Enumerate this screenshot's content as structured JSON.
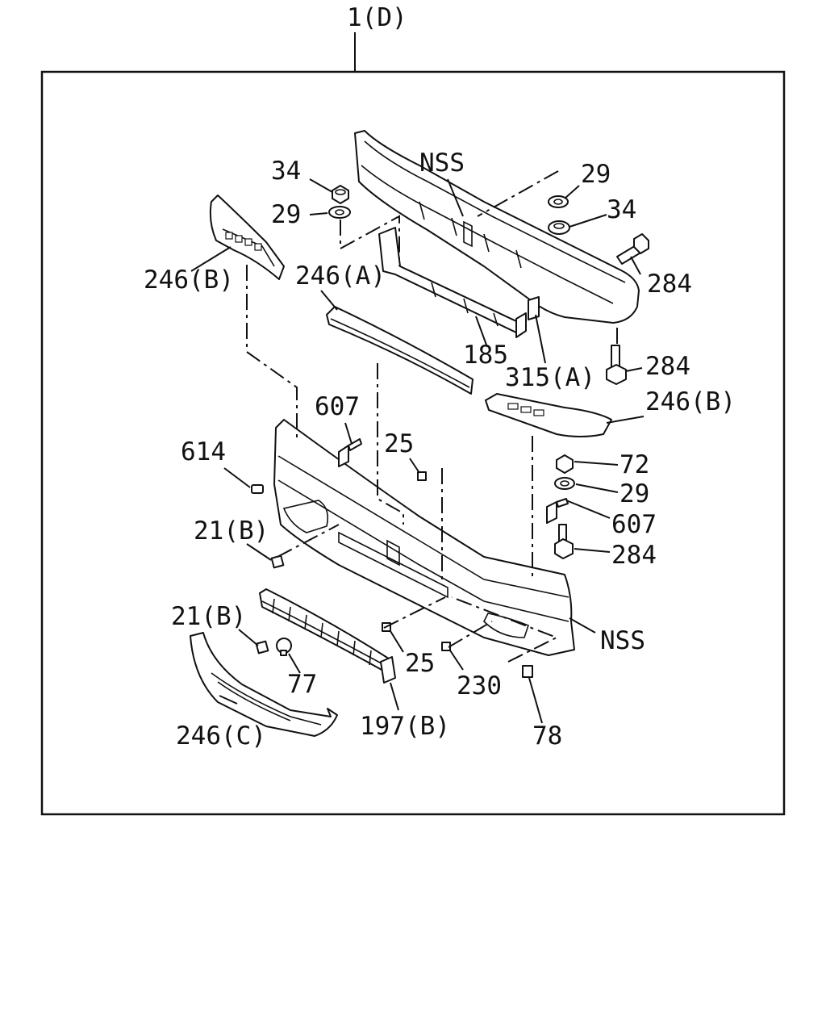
{
  "assembly_label": "1(D)",
  "callouts": {
    "nut_34_left": "34",
    "washer_29_left": "29",
    "nss_top": "NSS",
    "washer_29_right": "29",
    "nut_34_right": "34",
    "bolt_284_top": "284",
    "panel_246b_left": "246(B)",
    "grille_246a": "246(A)",
    "bracket_185": "185",
    "bracket_315a": "315(A)",
    "bolt_284_mid": "284",
    "panel_246b_right": "246(B)",
    "bracket_607_left": "607",
    "clip_25_upper": "25",
    "clip_614": "614",
    "nut_72": "72",
    "washer_29_lower": "29",
    "bracket_607_right": "607",
    "clip_21b_upper": "21(B)",
    "bolt_284_lower": "284",
    "clip_21b_lower": "21(B)",
    "nss_bottom": "NSS",
    "clip_25_lower": "25",
    "screw_77": "77",
    "clip_230": "230",
    "panel_246c": "246(C)",
    "grille_197b": "197(B)",
    "clip_78": "78"
  }
}
